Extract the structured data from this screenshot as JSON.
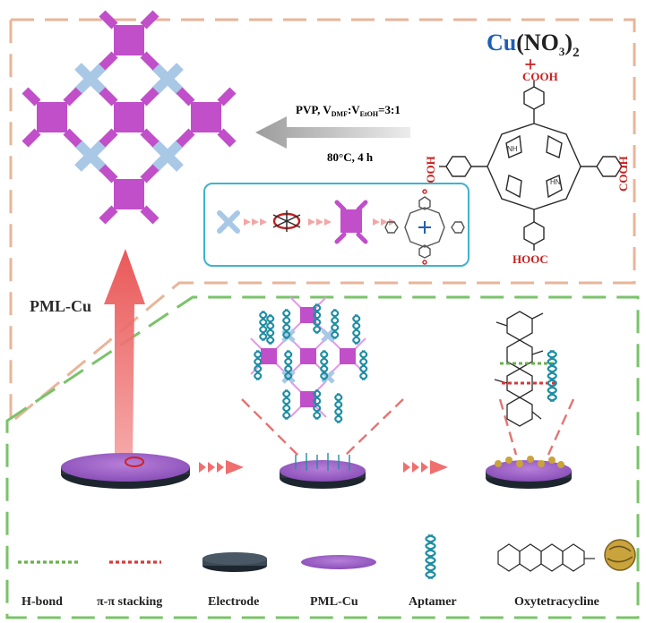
{
  "top_panel": {
    "reagent_metal": "Cu",
    "reagent_anion": "(NO",
    "reagent_anion_sub": "3",
    "reagent_anion_close": ")",
    "reagent_count_sub": "2",
    "plus_sign": "+",
    "cond_pvp": "PVP, V",
    "cond_dmf_sub": "DMF",
    "cond_colon": ":V",
    "cond_etoh_sub": "EtOH",
    "cond_ratio": "=3:1",
    "cond_temp": "80°C, 4 h",
    "porphyrin_cooh_top": "COOH",
    "porphyrin_cooh_left": "COOH",
    "porphyrin_cooh_right": "COOH",
    "porphyrin_cooh_bottom": "HOOC",
    "porphyrin_nh_top": "NH",
    "porphyrin_nh_bottom": "HN",
    "product_label": "PML-Cu"
  },
  "legend": {
    "items": [
      {
        "key": "hbond",
        "label": "H-bond"
      },
      {
        "key": "pipi",
        "label": "π-π stacking"
      },
      {
        "key": "electrode",
        "label": "Electrode"
      },
      {
        "key": "pmlcu",
        "label": "PML-Cu"
      },
      {
        "key": "aptamer",
        "label": "Aptamer"
      },
      {
        "key": "otc",
        "label": "Oxytetracycline"
      }
    ]
  },
  "colors": {
    "magenta": "#c04fc9",
    "light_blue": "#a9c8e6",
    "orange_dash": "#e7b59a",
    "green_dash": "#7ac36a",
    "red_arrow": "#ee5d5d",
    "teal": "#1f8ea3",
    "cooh_red": "#c81e1e",
    "cu_blue": "#1f5fb3",
    "hbond_green": "#6ab04c",
    "pipi_red": "#d63a3a",
    "electrode_dark": "#3c4a56",
    "otc_gold": "#c9a43c"
  }
}
